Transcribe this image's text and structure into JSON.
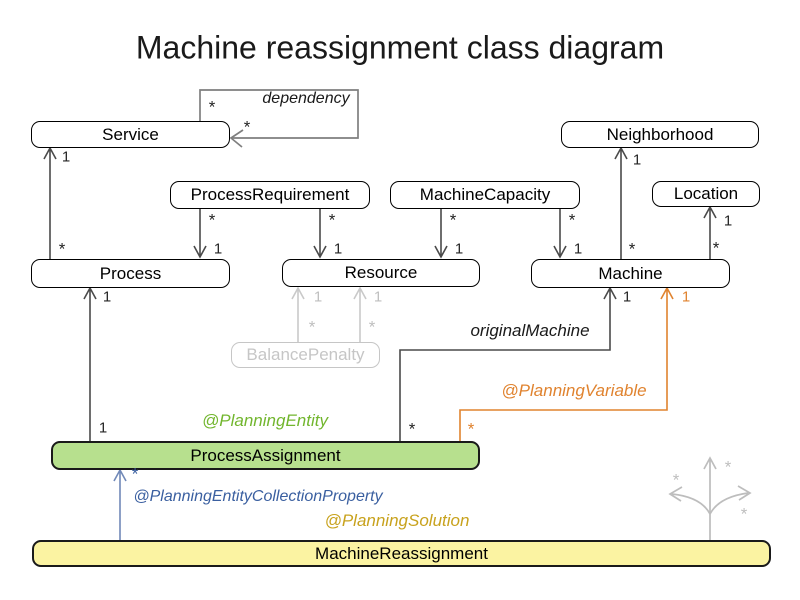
{
  "title": "Machine reassignment class diagram",
  "classes": {
    "service": "Service",
    "neighborhood": "Neighborhood",
    "process_requirement": "ProcessRequirement",
    "machine_capacity": "MachineCapacity",
    "location": "Location",
    "process": "Process",
    "resource": "Resource",
    "machine": "Machine",
    "balance_penalty": "BalancePenalty",
    "process_assignment": "ProcessAssignment",
    "machine_reassignment": "MachineReassignment"
  },
  "annotations": {
    "dependency": "dependency",
    "original_machine": "originalMachine",
    "planning_entity": "@PlanningEntity",
    "planning_variable": "@PlanningVariable",
    "planning_entity_collection_property": "@PlanningEntityCollectionProperty",
    "planning_solution": "@PlanningSolution"
  },
  "multiplicities": {
    "one": "1",
    "many": "*"
  },
  "colors": {
    "planning_entity_green": "#72b62e",
    "entity_box_fill": "#b7e08e",
    "planning_variable_orange": "#e0832f",
    "collection_property_blue": "#3a5fa0",
    "collection_arrow_blue": "#7189b8",
    "planning_solution_gold": "#c8a21d",
    "solution_box_fill": "#fbf3a2",
    "faded_gray": "#c6c6c6",
    "line_gray": "#4a4a4a",
    "dependency_loop_gray": "#7f7f7f"
  }
}
